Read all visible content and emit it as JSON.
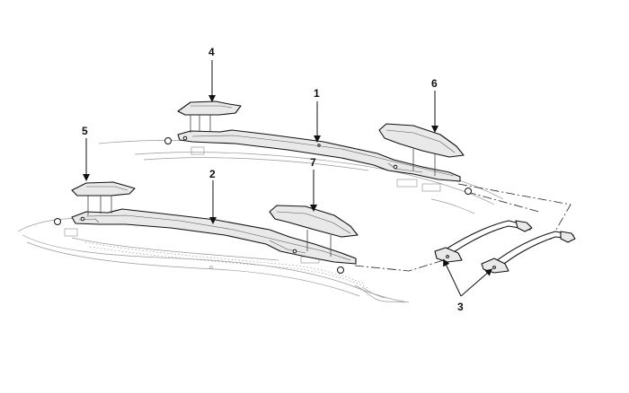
{
  "callouts": [
    {
      "id": "1",
      "label": "1"
    },
    {
      "id": "2",
      "label": "2"
    },
    {
      "id": "3",
      "label": "3"
    },
    {
      "id": "4",
      "label": "4"
    },
    {
      "id": "5",
      "label": "5"
    },
    {
      "id": "6",
      "label": "6"
    },
    {
      "id": "7",
      "label": "7"
    }
  ],
  "colors": {
    "ink": "#111111",
    "roof_line": "#9a9a9a",
    "background": "#ffffff"
  }
}
